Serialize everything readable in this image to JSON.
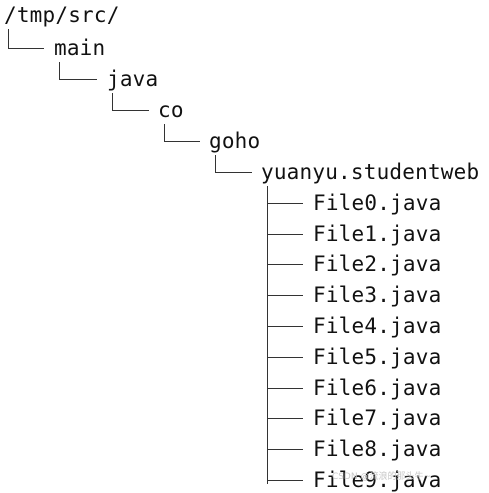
{
  "tree": {
    "root": "/tmp/src/",
    "level1": "main",
    "level2": "java",
    "level3": "co",
    "level4": "goho",
    "level5": "yuanyu.studentweb",
    "files": [
      "File0.java",
      "File1.java",
      "File2.java",
      "File3.java",
      "File4.java",
      "File5.java",
      "File6.java",
      "File7.java",
      "File8.java",
      "File9.java"
    ]
  },
  "watermark": "CSDN @流浪的那头牛~"
}
